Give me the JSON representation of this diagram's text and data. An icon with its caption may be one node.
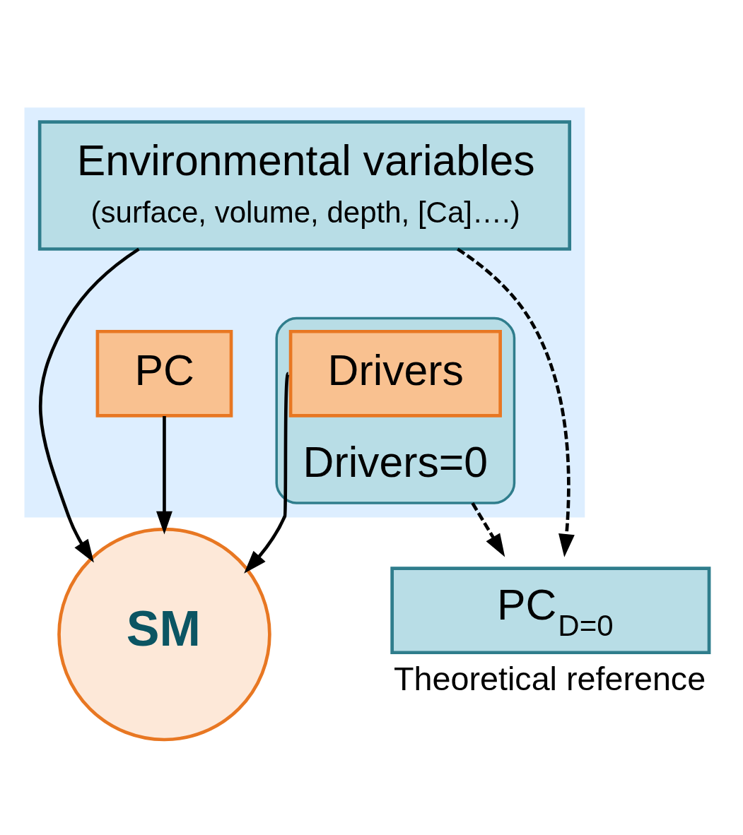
{
  "diagram": {
    "nodes": [
      {
        "text": [],
        "shape": "box"
      },
      {
        "text": [
          "Environmental variables",
          "(surface, volume, depth, [Ca]….)"
        ],
        "in": 0
      },
      {
        "text": [
          "Drivers=0"
        ],
        "in": 0
      },
      {
        "text": [
          "Drivers"
        ],
        "in": 2
      },
      {
        "text": [
          "PC"
        ],
        "in": 0
      },
      {
        "text": [
          "SM"
        ]
      },
      {
        "text": [
          "PC$_{D=0}$"
        ],
        "beside": [
          "Theoretical reference"
        ]
      }
    ],
    "edges": [
      {
        "from": 1,
        "to": 5,
        "arrow": "to"
      },
      {
        "from": 3,
        "to": 5,
        "arrow": "to"
      },
      {
        "from": 4,
        "to": 5,
        "arrow": "to"
      },
      {
        "from": 1,
        "to": 6,
        "arrow": "to",
        "style": "dashed"
      },
      {
        "from": 2,
        "to": 6,
        "arrow": "to",
        "style": "dashed"
      }
    ]
  }
}
